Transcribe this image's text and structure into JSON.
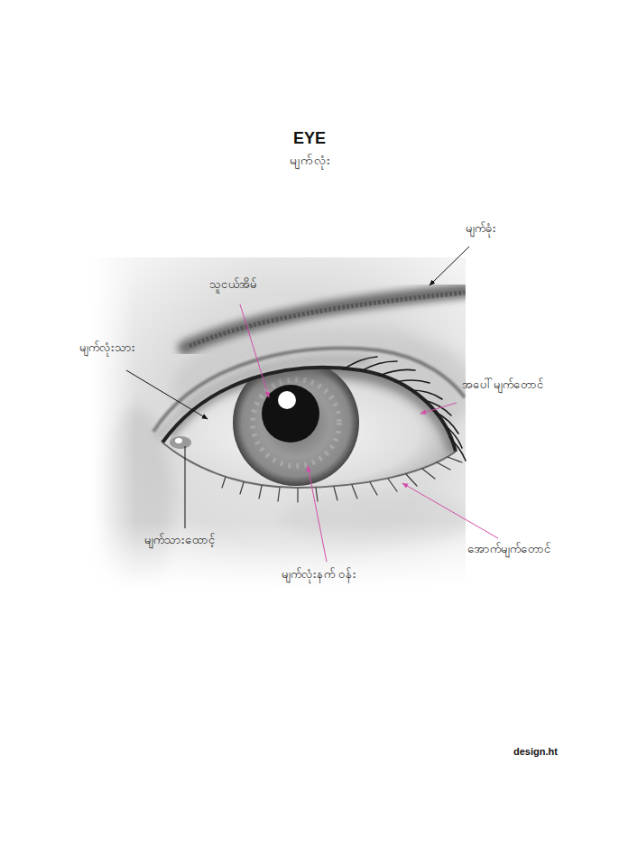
{
  "diagram": {
    "title": "EYE",
    "labels": [
      "မျက်လုံး",
      "မျက်ခုံး",
      "သူငယ်အိမ်",
      "မျက်လုံးသား",
      "အပေါ်မျက်တောင်",
      "မျက်သားထောင့်",
      "မျက်လုံးနက် ဝန်း",
      "အောက်မျက်တောင်",
      "design.ht"
    ]
  }
}
